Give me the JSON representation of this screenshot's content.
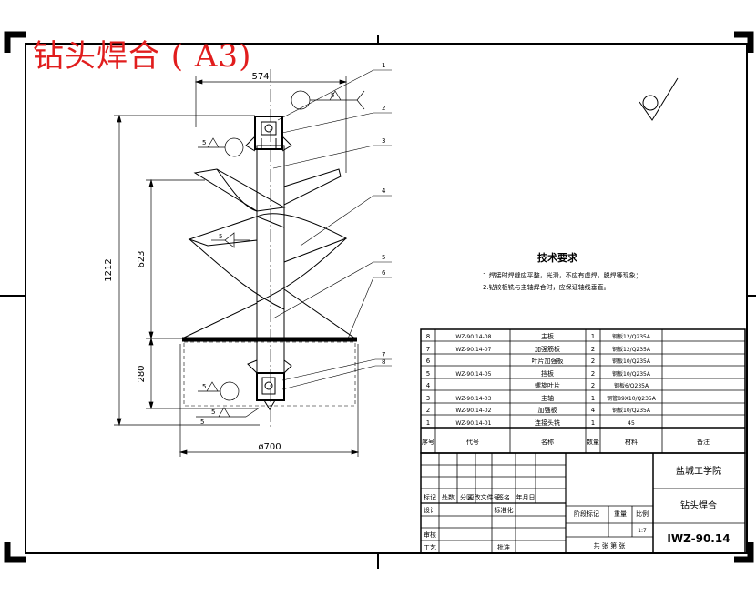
{
  "sheet_title": "钻头焊合 ( A3)",
  "dimensions": {
    "width": "574",
    "height_total": "1212",
    "height_upper": "623",
    "height_lower": "280",
    "diameter": "ø700"
  },
  "weld_symbols": [
    "5",
    "5",
    "5",
    "5",
    "5",
    "5"
  ],
  "leaders": [
    "1",
    "2",
    "3",
    "4",
    "5",
    "6",
    "7",
    "8"
  ],
  "tech_req": {
    "title": "技术要求",
    "line1": "1.焊接时焊缝应平整，光滑，不应有虚焊，脱焊等现象；",
    "line2": "2.钻铰板铣与主轴焊合时，应保证轴线垂直。"
  },
  "bom": {
    "rows": [
      {
        "no": "8",
        "code": "IWZ-90.14-08",
        "name": "主板",
        "qty": "1",
        "material": "钢板12/Q235A"
      },
      {
        "no": "7",
        "code": "IWZ-90.14-07",
        "name": "加强筋板",
        "qty": "2",
        "material": "钢板12/Q235A"
      },
      {
        "no": "6",
        "code": "",
        "name": "叶片加强板",
        "qty": "2",
        "material": "钢板10/Q235A"
      },
      {
        "no": "5",
        "code": "IWZ-90.14-05",
        "name": "挡板",
        "qty": "2",
        "material": "钢板10/Q235A"
      },
      {
        "no": "4",
        "code": "",
        "name": "螺旋叶片",
        "qty": "2",
        "material": "钢板6/Q235A"
      },
      {
        "no": "3",
        "code": "IWZ-90.14-03",
        "name": "主轴",
        "qty": "1",
        "material": "钢管89X10/Q235A"
      },
      {
        "no": "2",
        "code": "IWZ-90.14-02",
        "name": "加强板",
        "qty": "4",
        "material": "钢板10/Q235A"
      },
      {
        "no": "1",
        "code": "IWZ-90.14-01",
        "name": "连接头铣",
        "qty": "1",
        "material": "45"
      }
    ],
    "headers": {
      "no": "序号",
      "code": "代号",
      "name": "名称",
      "qty": "数量",
      "material": "材料",
      "remark": "备注"
    }
  },
  "title_block": {
    "school": "盐城工学院",
    "drawing_name": "钻头焊合",
    "drawing_no": "IWZ-90.14",
    "stage_label": "阶段标记",
    "weight_label": "重量",
    "scale_label": "比例",
    "scale_value": "1:7",
    "sheet_info": "共   张  第   张",
    "revision_cols": [
      "标记",
      "处数",
      "分区",
      "更改文件号",
      "签名",
      "年月日"
    ],
    "design": "设计",
    "standard": "标准化",
    "review": "审核",
    "process": "工艺",
    "approve": "批准"
  }
}
